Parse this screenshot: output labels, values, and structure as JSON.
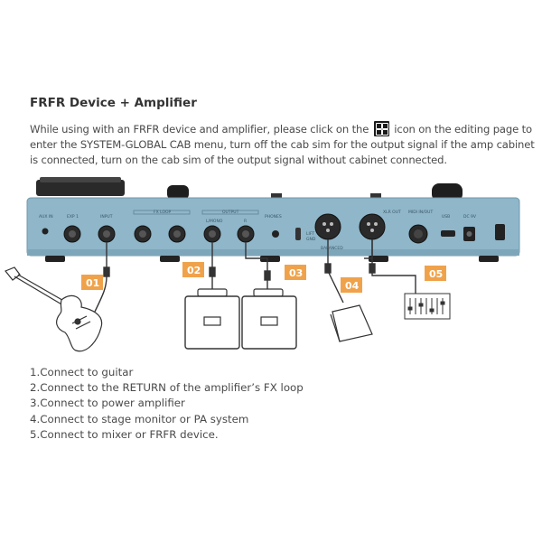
{
  "heading": "FRFR Device + Amplifier",
  "intro": {
    "line1_before_icon": "While using with an FRFR device and amplifier, please click on the",
    "line1_after_icon": "icon on the editing page to",
    "line2": "enter the SYSTEM-GLOBAL CAB menu, turn off the cab sim for the output signal if the amp cabinet",
    "line3": "is connected, turn on the cab sim of the output signal without cabinet connected.",
    "icon": "grid-menu-icon"
  },
  "panel_labels": {
    "aux_in": "AUX IN",
    "exp1": "EXP 1",
    "input": "INPUT",
    "fx_loop": "FX LOOP",
    "output": "OUTPUT",
    "l_mono": "L/MONO",
    "r": "R",
    "phones": "PHONES",
    "lift": "LIFT",
    "gnd": "GND",
    "balanced": "BALANCED",
    "xlr_output": "XLR OUT",
    "midi": "MIDI IN/OUT",
    "usb": "USB",
    "dc": "DC 9V"
  },
  "badges": {
    "b1": "01",
    "b2": "02",
    "b3": "03",
    "b4": "04",
    "b5": "05"
  },
  "steps": [
    "1.Connect to guitar",
    "2.Connect to the RETURN of the amplifier’s FX loop",
    "3.Connect to power amplifier",
    "4.Connect to stage monitor or PA system",
    "5.Connect to mixer or FRFR device."
  ],
  "colors": {
    "panel_blue": "#8fb6c9",
    "panel_edge": "#6f98ad",
    "badge_orange": "#f0a24b",
    "text": "#4a4a4a"
  }
}
